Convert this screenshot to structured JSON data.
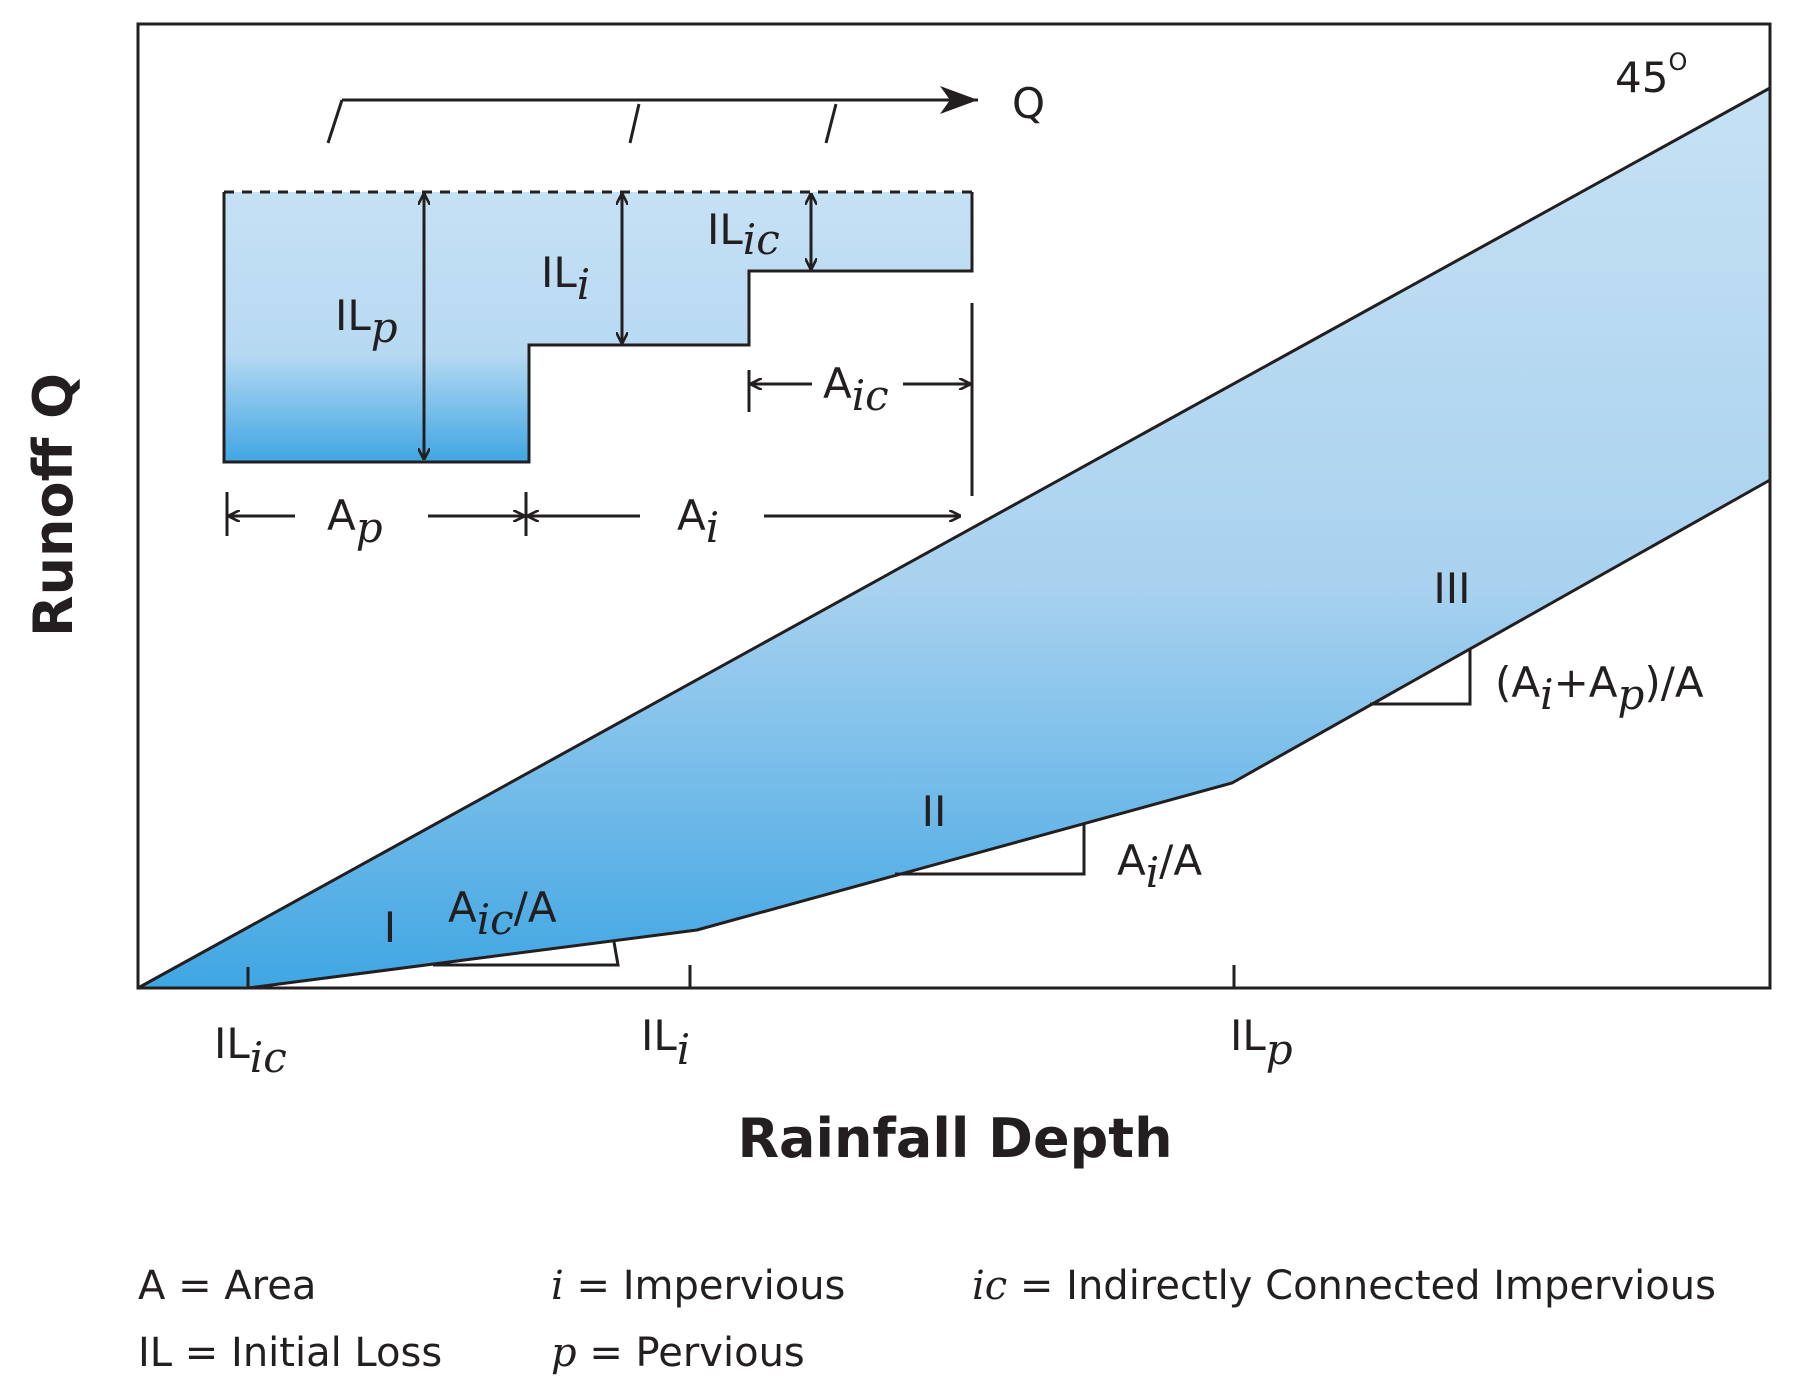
{
  "axes": {
    "y_title": "Runoff Q",
    "x_title": "Rainfall Depth",
    "x_ticks": [
      {
        "base": "IL",
        "sub": "ic"
      },
      {
        "base": "IL",
        "sub": "i"
      },
      {
        "base": "IL",
        "sub": "p"
      }
    ]
  },
  "plot": {
    "angle_label": "45",
    "angle_sup": "O",
    "regions": [
      "I",
      "II",
      "III"
    ],
    "slopes": {
      "s1": {
        "a": "A",
        "sub": "ic",
        "rest": "/A"
      },
      "s2": {
        "a": "A",
        "sub": "i",
        "rest": "/A"
      },
      "s3": {
        "open": "(A",
        "sub1": "i",
        "plus": "+A",
        "sub2": "p",
        "rest": ")/A"
      }
    }
  },
  "inset": {
    "flow_label": "Q",
    "il_p": {
      "base": "IL",
      "sub": "p"
    },
    "il_i": {
      "base": "IL",
      "sub": "i"
    },
    "il_ic": {
      "base": "IL",
      "sub": "ic"
    },
    "a_p": {
      "base": "A",
      "sub": "p"
    },
    "a_i": {
      "base": "A",
      "sub": "i"
    },
    "a_ic": {
      "base": "A",
      "sub": "ic"
    }
  },
  "legend": {
    "col1": [
      "A = Area",
      "IL = Initial Loss"
    ],
    "col2": [
      {
        "sym": "i",
        "text": " = Impervious"
      },
      {
        "sym": "p",
        "text": " = Pervious"
      }
    ],
    "col3": [
      {
        "sym": "ic",
        "text": " = Indirectly Connected Impervious"
      }
    ]
  },
  "colors": {
    "fill_top": "#c6e1f4",
    "fill_mid": "#a9d2ef",
    "fill_bottom": "#3fa6e3",
    "line": "#231f20"
  }
}
